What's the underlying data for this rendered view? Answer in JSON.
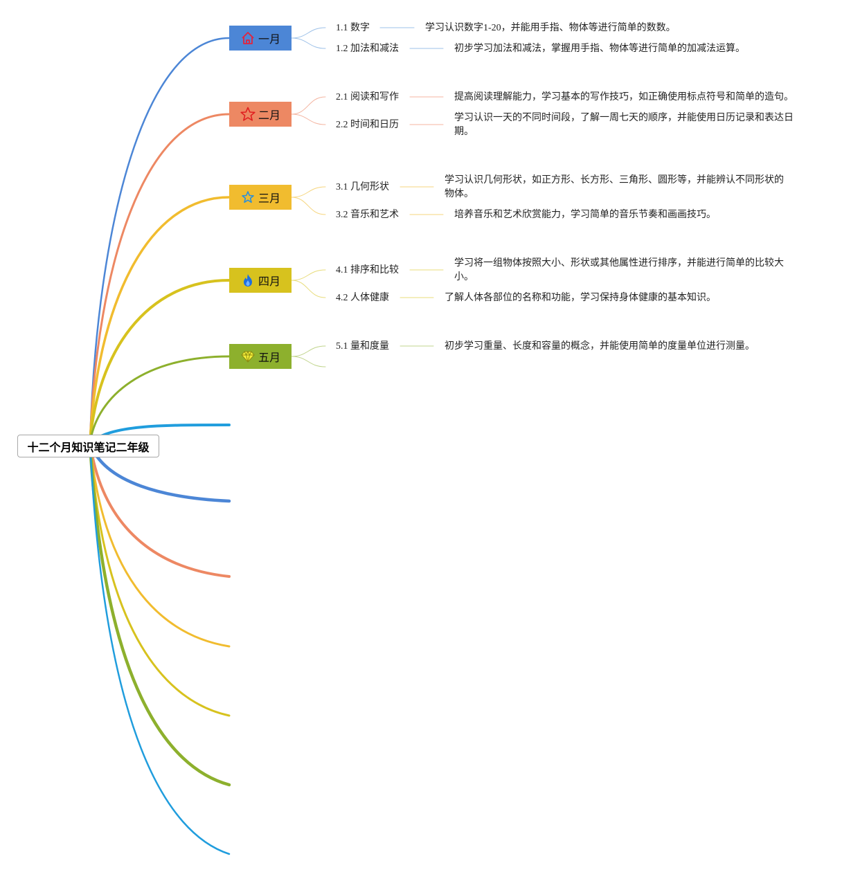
{
  "root": {
    "title": "十二个月知识笔记二年级"
  },
  "months": [
    {
      "label": "一月",
      "color": "#4c86d6",
      "icon": "house-icon",
      "topics": [
        {
          "title": "1.1 数字",
          "desc": "学习认识数字1-20，并能用手指、物体等进行简单的数数。"
        },
        {
          "title": "1.2 加法和减法",
          "desc": "初步学习加法和减法，掌握用手指、物体等进行简单的加减法运算。"
        }
      ]
    },
    {
      "label": "二月",
      "color": "#ed8863",
      "icon": "star-icon",
      "topics": [
        {
          "title": "2.1 阅读和写作",
          "desc": "提高阅读理解能力，学习基本的写作技巧，如正确使用标点符号和简单的造句。"
        },
        {
          "title": "2.2 时间和日历",
          "desc": "学习认识一天的不同时间段，了解一周七天的顺序，并能使用日历记录和表达日期。"
        }
      ]
    },
    {
      "label": "三月",
      "color": "#f1bc2f",
      "icon": "star-outline-icon",
      "topics": [
        {
          "title": "3.1 几何形状",
          "desc": "学习认识几何形状，如正方形、长方形、三角形、圆形等，并能辨认不同形状的物体。"
        },
        {
          "title": "3.2 音乐和艺术",
          "desc": "培养音乐和艺术欣赏能力，学习简单的音乐节奏和画画技巧。"
        }
      ]
    },
    {
      "label": "四月",
      "color": "#d7c21e",
      "icon": "flame-icon",
      "topics": [
        {
          "title": "4.1 排序和比较",
          "desc": "学习将一组物体按照大小、形状或其他属性进行排序，并能进行简单的比较大小。"
        },
        {
          "title": "4.2 人体健康",
          "desc": "了解人体各部位的名称和功能，学习保持身体健康的基本知识。"
        }
      ]
    },
    {
      "label": "五月",
      "color": "#8db02d",
      "icon": "diamond-icon",
      "topics": [
        {
          "title": "5.1 量和度量",
          "desc": "初步学习重量、长度和容量的概念，并能使用简单的度量单位进行测量。"
        }
      ]
    }
  ],
  "empty_branch_colors": [
    "#209ddd",
    "#4c86d6",
    "#ed8863",
    "#f1bc2f",
    "#d7c21e",
    "#8db02d",
    "#209ddd"
  ],
  "sub_link_colors": [
    "#9cc0e8",
    "#f4b4a0",
    "#f6d57c",
    "#e8dc7a",
    "#c0d48c"
  ]
}
